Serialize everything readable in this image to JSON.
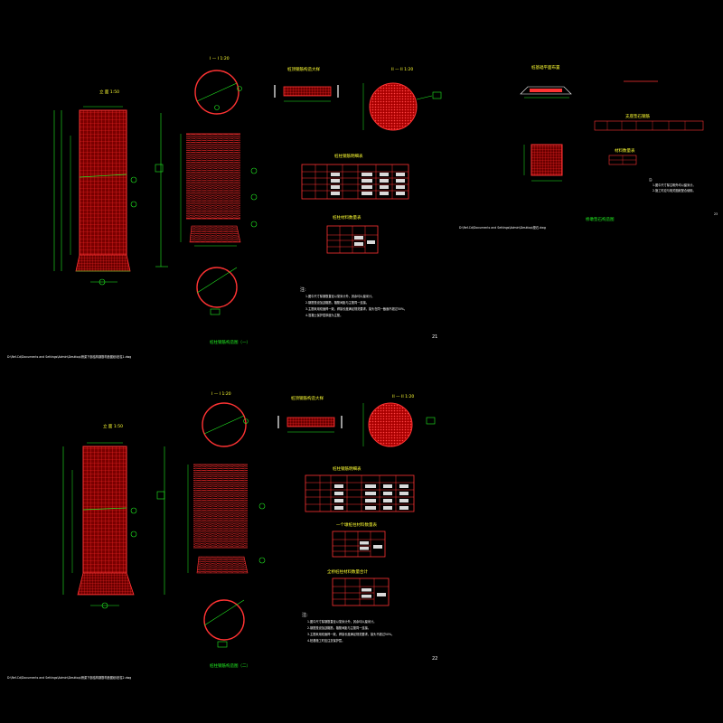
{
  "drawing": {
    "background": "#000000",
    "rebar_color": "#ff2222",
    "dim_color": "#22ee22",
    "text_color": "#ffffff",
    "top_sheet": {
      "elevation_title": "立 面 1:50",
      "section1_title": "I — I 1:20",
      "section2_title": "II — II 1:20",
      "detail_title": "桩顶钢筋构造大样",
      "table1_title": "桩柱钢筋明细表",
      "table2_title": "桩柱材料数量表",
      "notes_head": "注:",
      "notes": [
        "1.图中尺寸除钢筋直径以毫米计外，其余均以厘米计。",
        "2.钢筋笼设加劲箍筋，箍筋间距与主筋同一连接。",
        "3.主筋采用双面焊一致，焊接长度满足规范要求，接头在同一截面不超过50%。",
        "4.混凝土保护层厚度为主筋。"
      ],
      "sheet_title": "桩柱钢筋构造图（一）",
      "path_text": "D:\\Ref-Cd\\Documents and Settings\\Admin\\Desktop\\桥梁下部结构钢筋构造图纸\\桩柱1.dwg",
      "page_no": "21"
    },
    "bottom_sheet": {
      "elevation_title": "立 面 1:50",
      "section1_title": "I — I 1:20",
      "section2_title": "II — II 1:20",
      "detail_title": "桩顶钢筋构造大样",
      "table1_title": "桩柱钢筋明细表",
      "table2_title": "一个墩桩柱材料数量表",
      "table3_title": "全桥桩柱材料数量合计",
      "notes_head": "注:",
      "notes": [
        "1.图中尺寸除钢筋直径以毫米计外，其余均以厘米计。",
        "2.钢筋笼设加劲箍筋，箍筋间距与主筋同一连接。",
        "3.主筋采用双面焊一致，焊接长度满足规范要求，接头不超过50%。",
        "4.桩基施工时应注意保护层。"
      ],
      "sheet_title": "桩柱钢筋构造图（二）",
      "path_text": "D:\\Ref-Cd\\Documents and Settings\\Admin\\Desktop\\桥梁下部结构钢筋构造图纸\\桩柱2.dwg",
      "page_no": "22"
    },
    "right_sheet": {
      "title_a": "桩基础平面布置",
      "title_b": "支座垫石钢筋",
      "table_title": "材料数量表",
      "notes_head": "注:",
      "notes": [
        "1.图中尺寸除注明外均以厘米计。",
        "2.施工时应与相关图纸配合使用。"
      ],
      "caption": "桥墩垫石构造图",
      "path_text": "D:\\Ref-Cd\\Documents and Settings\\Admin\\Desktop\\垫石.dwg",
      "page_no": "23"
    }
  }
}
